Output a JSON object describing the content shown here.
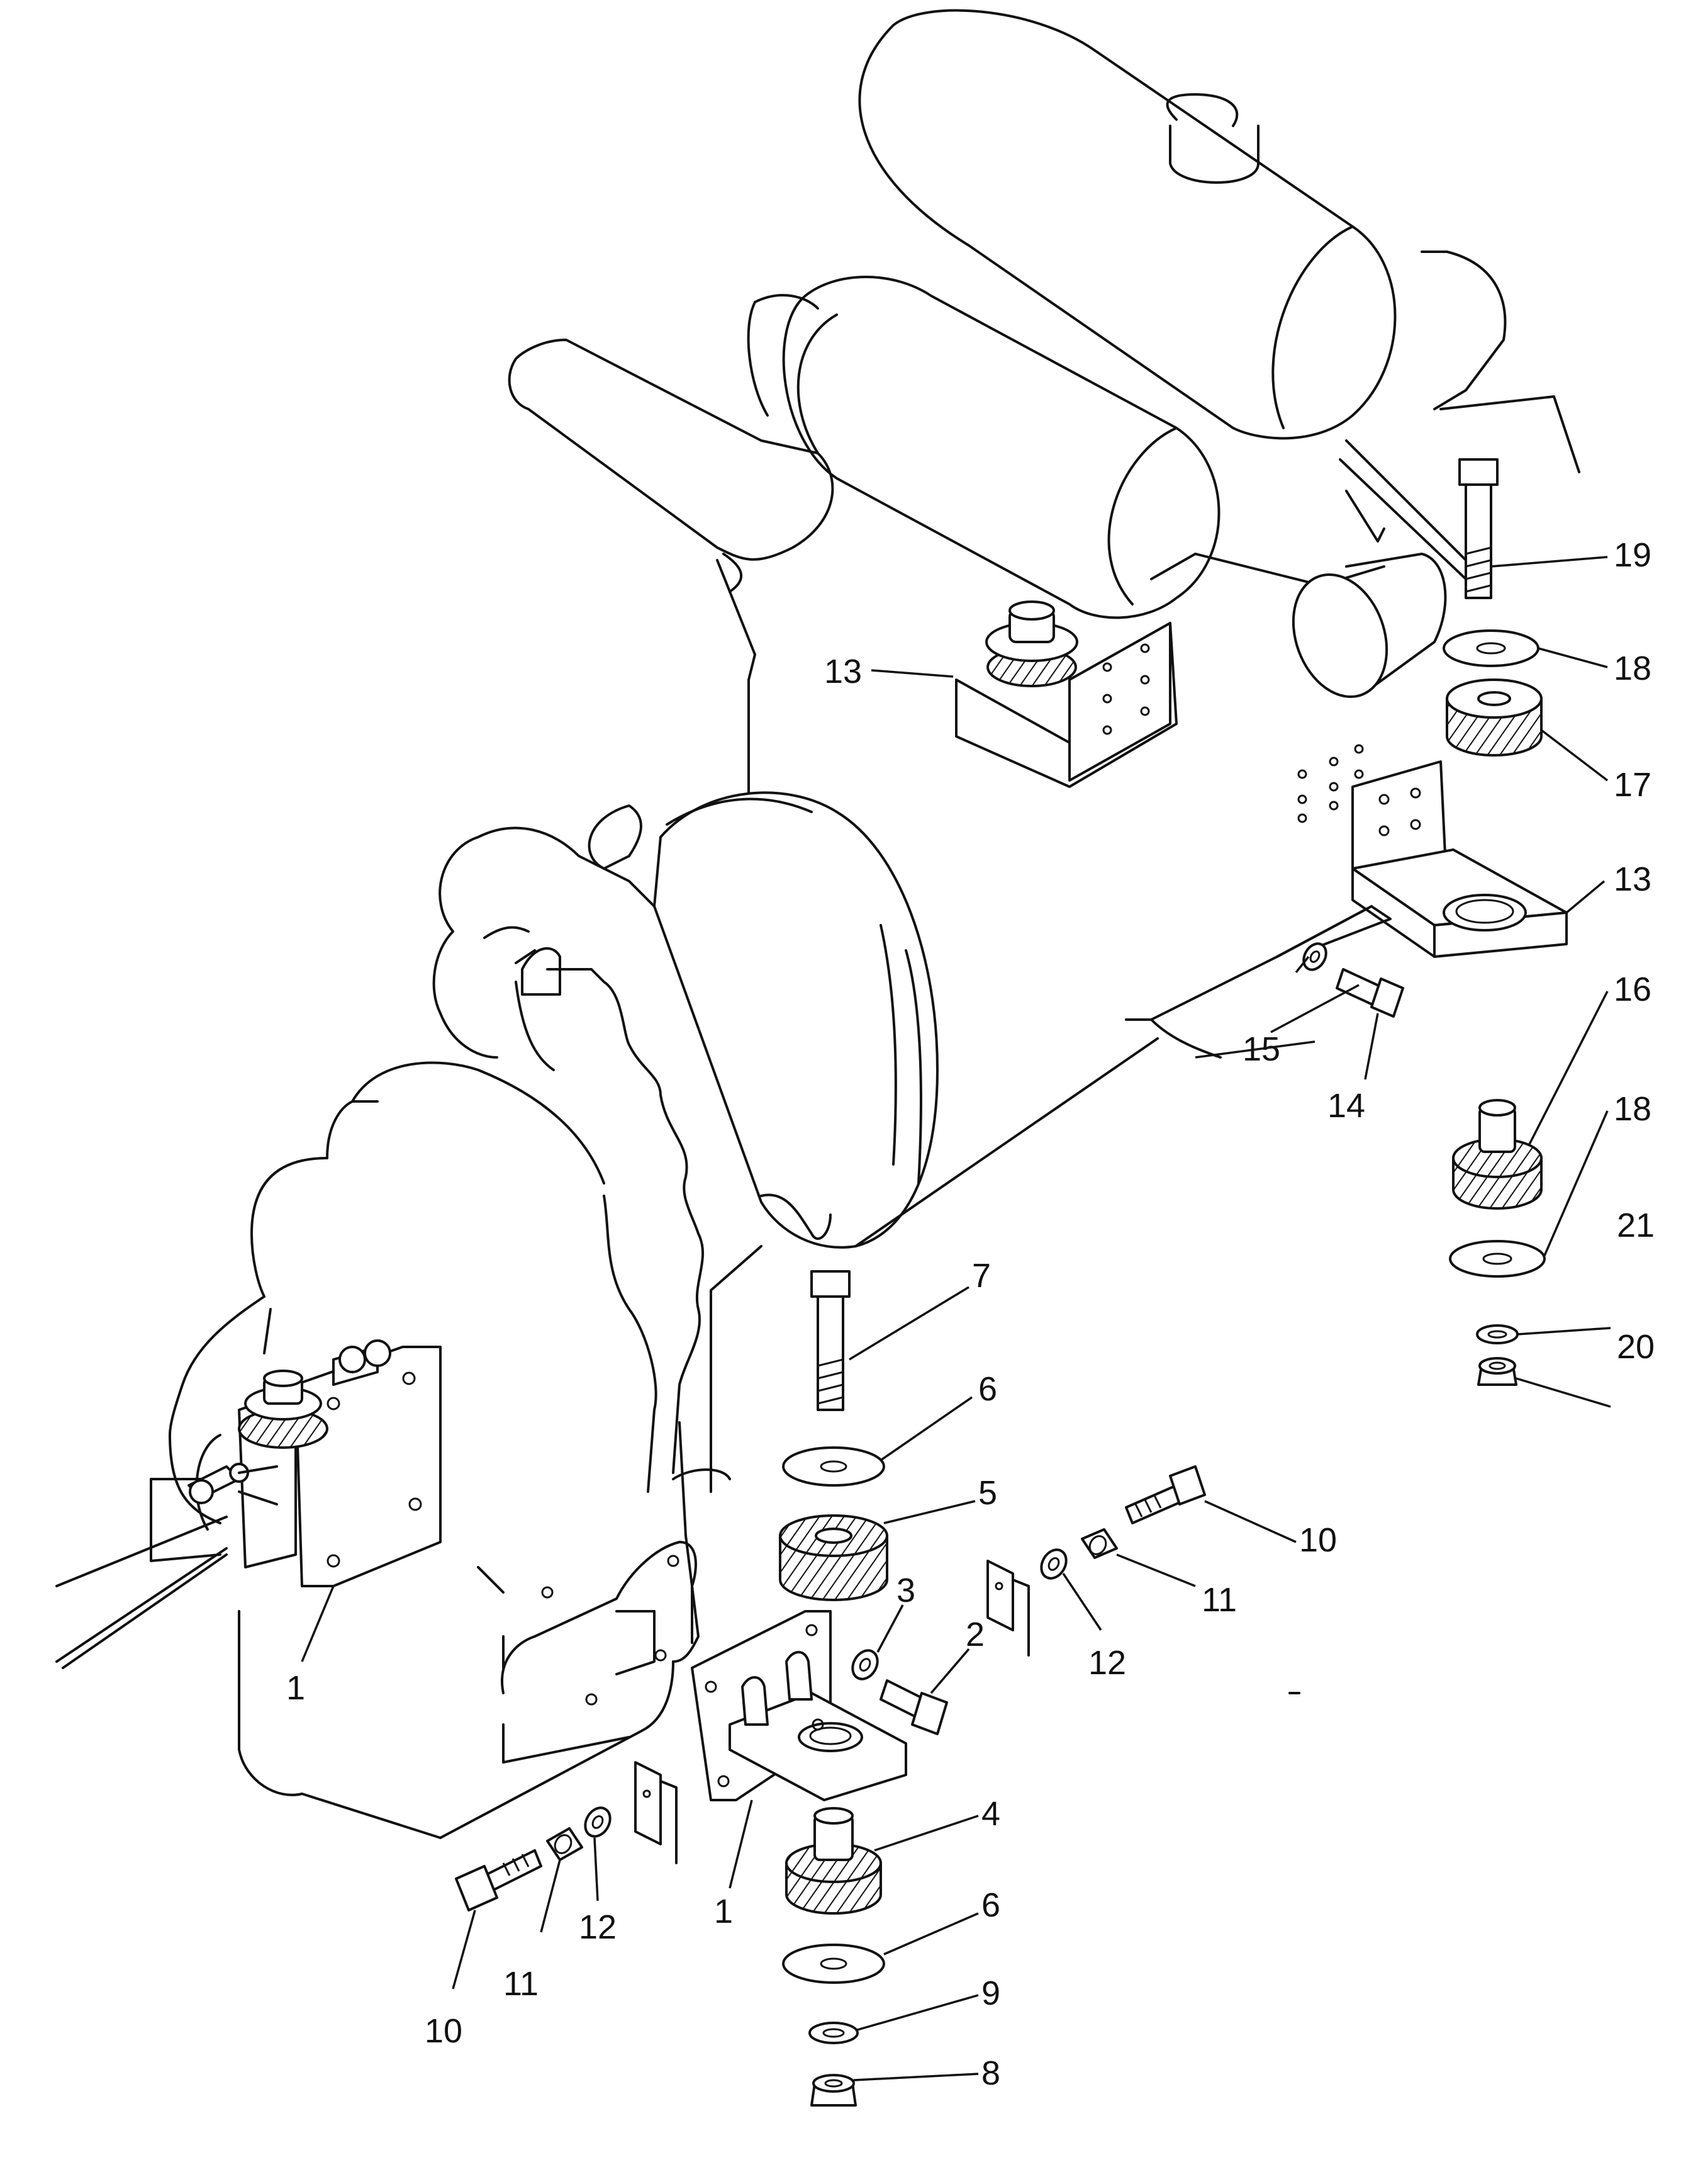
{
  "callouts": [
    {
      "id": "c13a",
      "text": "13"
    },
    {
      "id": "c19",
      "text": "19"
    },
    {
      "id": "c18a",
      "text": "18"
    },
    {
      "id": "c17",
      "text": "17"
    },
    {
      "id": "c13b",
      "text": "13"
    },
    {
      "id": "c16",
      "text": "16"
    },
    {
      "id": "c15",
      "text": "15"
    },
    {
      "id": "c14",
      "text": "14"
    },
    {
      "id": "c18b",
      "text": "18"
    },
    {
      "id": "c21",
      "text": "21"
    },
    {
      "id": "c20",
      "text": "20"
    },
    {
      "id": "c7",
      "text": "7"
    },
    {
      "id": "c6a",
      "text": "6"
    },
    {
      "id": "c5",
      "text": "5"
    },
    {
      "id": "c10a",
      "text": "10"
    },
    {
      "id": "c11a",
      "text": "11"
    },
    {
      "id": "c12a",
      "text": "12"
    },
    {
      "id": "c3",
      "text": "3"
    },
    {
      "id": "c2",
      "text": "2"
    },
    {
      "id": "c1a",
      "text": "1"
    },
    {
      "id": "c1b",
      "text": "1"
    },
    {
      "id": "c4",
      "text": "4"
    },
    {
      "id": "c6b",
      "text": "6"
    },
    {
      "id": "c9",
      "text": "9"
    },
    {
      "id": "c8",
      "text": "8"
    },
    {
      "id": "c12b",
      "text": "12"
    },
    {
      "id": "c11b",
      "text": "11"
    },
    {
      "id": "c10b",
      "text": "10"
    }
  ]
}
